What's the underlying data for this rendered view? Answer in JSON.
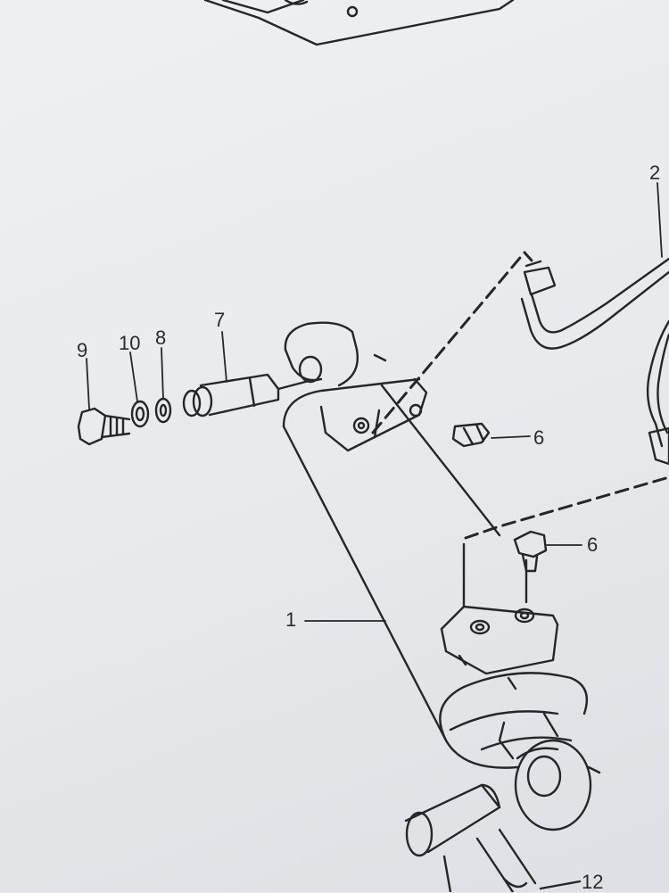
{
  "callouts": {
    "part_1": "1",
    "part_2": "2",
    "part_6_upper": "6",
    "part_6_lower": "6",
    "part_7": "7",
    "part_8": "8",
    "part_9": "9",
    "part_10": "10",
    "part_12": "12"
  },
  "colors": {
    "paper": "#eceef1",
    "ink": "#262626"
  }
}
